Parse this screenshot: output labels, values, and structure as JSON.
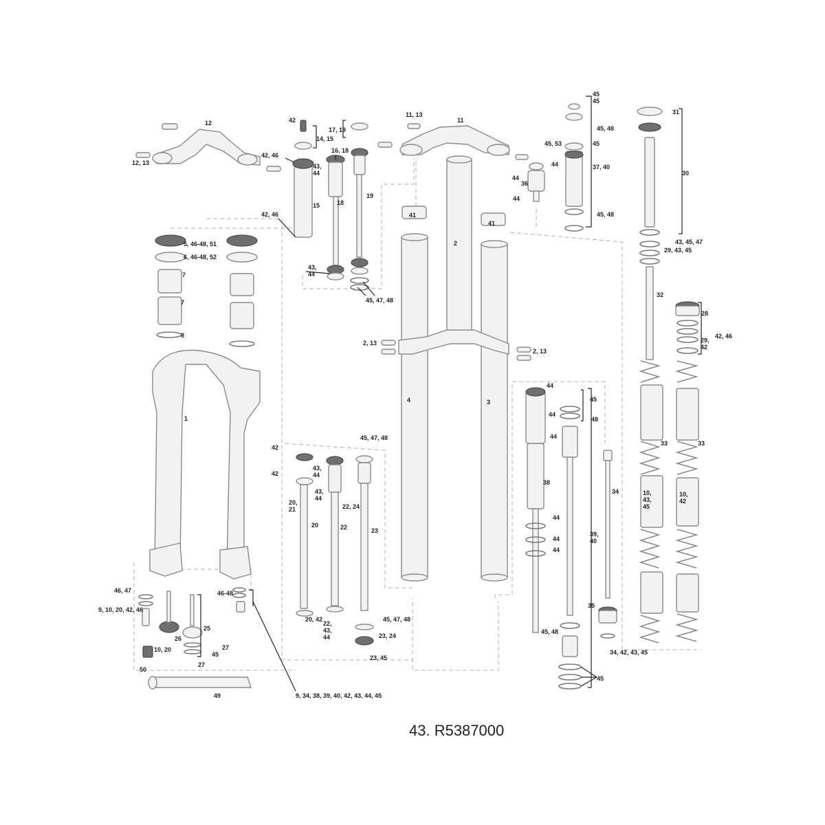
{
  "caption": "43. R5387000",
  "labels": [
    {
      "id": "l12",
      "text": "12"
    },
    {
      "id": "l12_13",
      "text": "12, 13"
    },
    {
      "id": "l42a",
      "text": "42"
    },
    {
      "id": "l14_15",
      "text": "14, 15"
    },
    {
      "id": "l17_19",
      "text": "17, 19"
    },
    {
      "id": "l16_18",
      "text": "16, 18"
    },
    {
      "id": "l11_13",
      "text": "11, 13"
    },
    {
      "id": "l11",
      "text": "11"
    },
    {
      "id": "l45a",
      "text": "45"
    },
    {
      "id": "l45b",
      "text": "45"
    },
    {
      "id": "l45_48a",
      "text": "45, 48"
    },
    {
      "id": "l45_53",
      "text": "45, 53"
    },
    {
      "id": "l45c",
      "text": "45"
    },
    {
      "id": "l31",
      "text": "31"
    },
    {
      "id": "l42_46a",
      "text": "42, 46"
    },
    {
      "id": "l43_44a",
      "text": "43, 44"
    },
    {
      "id": "l15",
      "text": "15"
    },
    {
      "id": "l18",
      "text": "18"
    },
    {
      "id": "l19",
      "text": "19"
    },
    {
      "id": "l44a",
      "text": "44"
    },
    {
      "id": "l44b",
      "text": "44"
    },
    {
      "id": "l36",
      "text": "36"
    },
    {
      "id": "l44c",
      "text": "44"
    },
    {
      "id": "l37_40",
      "text": "37, 40"
    },
    {
      "id": "l30",
      "text": "30"
    },
    {
      "id": "l42_46b",
      "text": "42, 46"
    },
    {
      "id": "l41a",
      "text": "41"
    },
    {
      "id": "l41b",
      "text": "41"
    },
    {
      "id": "l45_48b",
      "text": "45, 48"
    },
    {
      "id": "l5",
      "text": "5, 46-48, 51"
    },
    {
      "id": "l6",
      "text": "6, 46-48, 52"
    },
    {
      "id": "l2",
      "text": "2"
    },
    {
      "id": "l43_45_47",
      "text": "43, 45, 47"
    },
    {
      "id": "l29_43_45",
      "text": "29, 43, 45"
    },
    {
      "id": "l7a",
      "text": "7"
    },
    {
      "id": "l43_44b",
      "text": "43, 44"
    },
    {
      "id": "l7b",
      "text": "7"
    },
    {
      "id": "l45_47_48a",
      "text": "45, 47, 48"
    },
    {
      "id": "l32",
      "text": "32"
    },
    {
      "id": "l28",
      "text": "28"
    },
    {
      "id": "l8",
      "text": "8"
    },
    {
      "id": "l2_13a",
      "text": "2, 13"
    },
    {
      "id": "l2_13b",
      "text": "2, 13"
    },
    {
      "id": "l42_46c",
      "text": "42, 46"
    },
    {
      "id": "l29_42",
      "text": "29, 42"
    },
    {
      "id": "l1",
      "text": "1"
    },
    {
      "id": "l4",
      "text": "4"
    },
    {
      "id": "l3",
      "text": "3"
    },
    {
      "id": "l44d",
      "text": "44"
    },
    {
      "id": "l45d",
      "text": "45"
    },
    {
      "id": "l44e",
      "text": "44"
    },
    {
      "id": "l48",
      "text": "48"
    },
    {
      "id": "l44f",
      "text": "44"
    },
    {
      "id": "l45_47_48b",
      "text": "45, 47, 48"
    },
    {
      "id": "l33a",
      "text": "33"
    },
    {
      "id": "l33b",
      "text": "33"
    },
    {
      "id": "l42b",
      "text": "42"
    },
    {
      "id": "l43_44c",
      "text": "43, 44"
    },
    {
      "id": "l42c",
      "text": "42"
    },
    {
      "id": "l43_44d",
      "text": "43, 44"
    },
    {
      "id": "l22_24",
      "text": "22, 24"
    },
    {
      "id": "l20_21",
      "text": "20, 21"
    },
    {
      "id": "l38",
      "text": "38"
    },
    {
      "id": "l34a",
      "text": "34"
    },
    {
      "id": "l10_43_45",
      "text": "10, 43, 45"
    },
    {
      "id": "l10_42",
      "text": "10, 42"
    },
    {
      "id": "l20",
      "text": "20"
    },
    {
      "id": "l22",
      "text": "22"
    },
    {
      "id": "l23",
      "text": "23"
    },
    {
      "id": "l44g",
      "text": "44"
    },
    {
      "id": "l39_40",
      "text": "39, 40"
    },
    {
      "id": "l44h",
      "text": "44"
    },
    {
      "id": "l44i",
      "text": "44"
    },
    {
      "id": "l46_47",
      "text": "46, 47"
    },
    {
      "id": "l46_48",
      "text": "46-48"
    },
    {
      "id": "l9_10",
      "text": "9, 10, 20, 42, 46"
    },
    {
      "id": "l25",
      "text": "25"
    },
    {
      "id": "l26",
      "text": "26"
    },
    {
      "id": "l27a",
      "text": "27"
    },
    {
      "id": "l45e",
      "text": "45"
    },
    {
      "id": "l27b",
      "text": "27"
    },
    {
      "id": "l10_20",
      "text": "10, 20"
    },
    {
      "id": "l20_42",
      "text": "20, 42"
    },
    {
      "id": "l22_43_44",
      "text": "22, 43, 44"
    },
    {
      "id": "l45_47_48c",
      "text": "45, 47, 48"
    },
    {
      "id": "l23_24",
      "text": "23, 24"
    },
    {
      "id": "l23_45",
      "text": "23, 45"
    },
    {
      "id": "l35",
      "text": "35"
    },
    {
      "id": "l45_48c",
      "text": "45, 48"
    },
    {
      "id": "l34_42",
      "text": "34, 42, 43, 45"
    },
    {
      "id": "l45f",
      "text": "45"
    },
    {
      "id": "l50",
      "text": "50"
    },
    {
      "id": "l49",
      "text": "49"
    },
    {
      "id": "l9_34",
      "text": "9, 34, 38, 39, 40, 42, 43, 44, 45"
    }
  ]
}
